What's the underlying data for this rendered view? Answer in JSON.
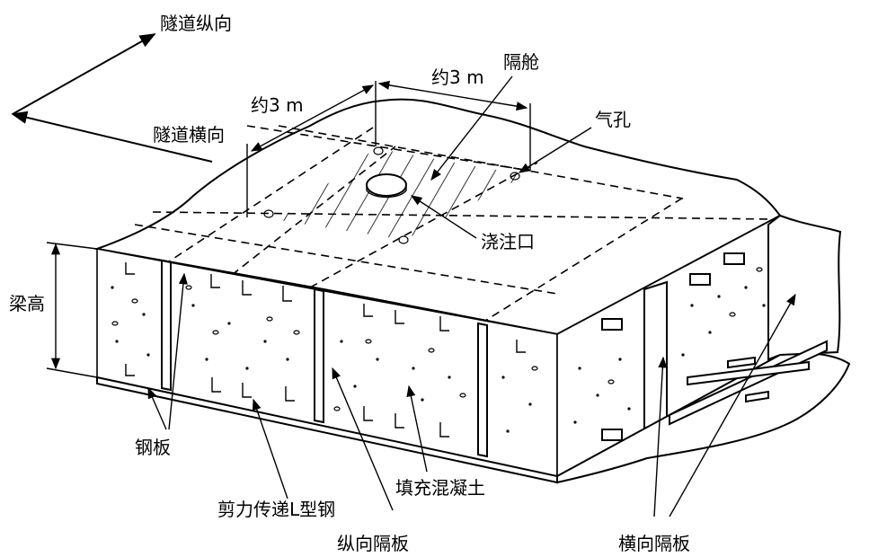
{
  "labels": {
    "tunnel_longitudinal": "隧道纵向",
    "tunnel_transverse": "隧道横向",
    "about_3m_a": "约3 m",
    "about_3m_b": "约3 m",
    "compartment": "隔舱",
    "air_hole": "气孔",
    "pour_port": "浇注口",
    "beam_height": "梁高",
    "steel_plate": "钢板",
    "shear_l_steel": "剪力传递L型钢",
    "longitudinal_diaphragm": "纵向隔板",
    "fill_concrete": "填充混凝土",
    "transverse_diaphragm": "横向隔板"
  },
  "colors": {
    "ink": "#000000",
    "paper": "#ffffff"
  }
}
